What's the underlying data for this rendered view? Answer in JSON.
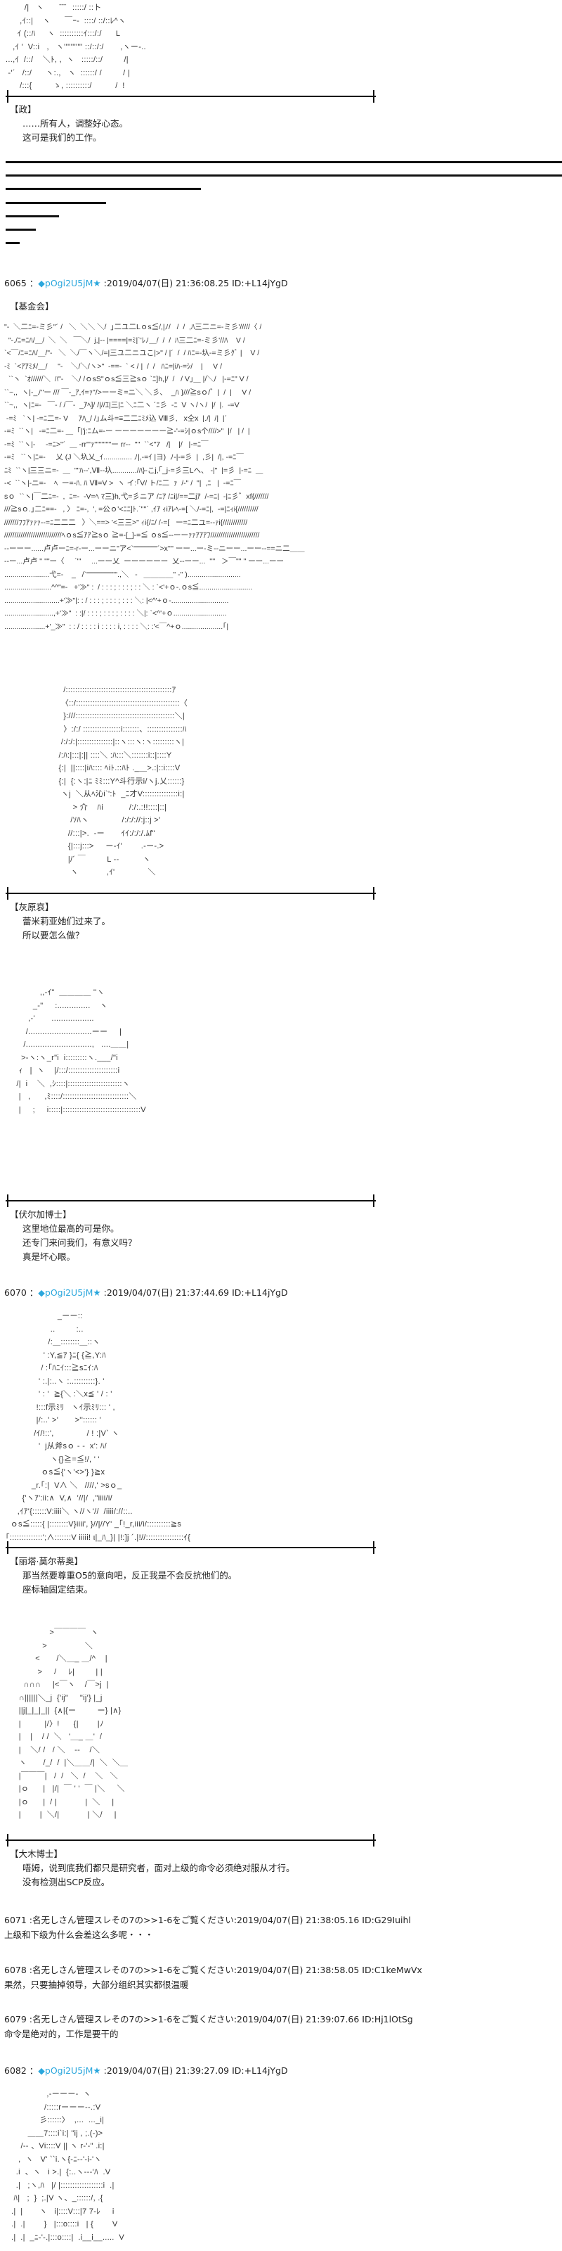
{
  "aa": {
    "a0": [
      "        /|   ヽ       ̄ ̄ ̄   :::::/ ::ト",
      "      ,ｲ::|    ヽ      ￣ｰ‐  ::::/ ::/::ﾚ^ヽ",
      "     ｲ (::ﾊ     ヽ  ::::::::::ｲ:::/:/      L",
      "   ,ｲ '  V::i   ,   ヽ''''''''''' ::/::/:/       ,ヽー-..",
      "...,ｲ  /::/    ＼ﾄ, ,  ヽ   :::::/::/         /|",
      " -'´   /::/      ヽ:.,   ヽ  ::::::/ /         / |",
      "      /:::{         ゝ, ::::::::::/          /  !"
    ],
    "a1": [
      "\"-  ＼二ﾆ=-ミ彡\"´ /   ＼  ＼＼ ＼/  ｣二ユ二Lｏs≦/,|ﾉ/   /  /  ,ﾊ三二ニ=-ミ彡'/////〈 /",
      "  \"-./ﾆ=ﾆﾊ/＿/  ＼  ＼   ￣＼/  j,|-- |====|=ﾐ|`'ﾚﾉ＿/  /  /  ﾊ三二ﾆ=-ミ彡'//ﾊ    V /",
      "`<￣/ﾆ=ﾆﾊ/＿/\"-   ＼  ＼/￣ヽ＼/=|三ユ二ニユこ|>\" / |´  /  / ﾊﾆ=-圦-=ミ彡ｸﾞ |    V /",
      "-ﾐ  `<ｱｱﾐﾒ/＿/     \"-    ＼/＼/ヽ>\"  -==-  ` < / |  /  /   ﾊﾆ=|iﾊ-=ｼ/    |     V /",
      "  ``ヽ  `ｵ//////＼  ﾊ\"-    ＼/ /ｏsS\"ｏs≦三≧sｏ `ﾆ]h,|/  /   / V｣＿ |/＼/   |-=ﾆ\" V /",
      "``~,,  ヽ|-_ﾉ\"ー /// ￣-_ｱ,ｲ=ｧ\"/>ーーミ=ニ＼ ＼彡、  _ﾊ }///≧sｏ/゛|  /  |     V /",
      "``~,,  ヽ|ﾆ=-   ￣- / /￣-  _ｱﾍ]/ /|//ｴ|三|ﾆ ＼ﾆ二ヽ ´ﾆ彡  -ﾆ  V ヽ/ヽ/  |/  |.  -=V",
      " -=ﾐ   `ヽ| -=ﾆ二=- V     ｱﾊ_/ /｣ム斗=≡二二ﾆﾐﾒ込 Ⅷ彡,   x仝x  |./|  /|  |´",
      "-=ﾐ  ``ヽ|   -=ﾆ二=- ＿「|'j:ﾆム=-ー ーーーーーーー≧-'-=ｼ|ｏs个////>\"  |/   | /  |",
      "-=ﾐ  ``ヽ|-     -=ﾆ>\"´  ＿ -rr'''ｧ''''''''''''ー rr--  ''''  ``<\"7   /|    |/   |-=ﾆ￣",
      "-=ﾐ   ``ヽ|ﾆ=-     乂 (J ＼圦乂_ｲ.............. ﾉ|,-=ｲ |ヨ)  ﾉ-|-=彡  |  ,彡|  /|, -=ﾆ￣",
      "ﾆﾐ  ``ヽ|三三ニ=-  ＿  \"\"ﾊ--',Ⅶ--圦............/ﾊ}-こj,｢_j-=彡三Lへ、 -|\"  |=彡  |-=ﾆ  ＿",
      "-<  ``ヽ|-ニ=-    ﾍ  ー=-ﾊ. ﾊ Ⅶ=V >  ヽ イ:｢V/ ト/ﾆ二  ｧ  /-\" /  \"|  ,ﾆ   |  -=ﾆ￣",
      "sｏ  ``ヽ|￣二ﾆ=-  ,  ﾆ=-  -V=ﾍ ﾏ三}h,弋=彡ニア /ﾆｱ /ﾆi|/==二jｱ  /-=ﾆ|  -|ﾆ彡゛xf{///////",
      "///≧sｏ.｣二ﾆ==-   , 〉 ﾆ=-,  ', =公ｏ'<ﾆﾆ]ﾄ.`''''´ ,ｲｱ ｨiｱﾚﾍ-=[ ＼/-=ﾆ|,  -=|ﾆｨi{//////////",
      "///////ﾌﾌｱｧｧｧ--=ﾆ二二二   〉＼==> '<三三>\" ｨi{/ﾆ/ /-=[   ー=ﾆ二ユ=--ｧi{////////////",
      "////////////////////////////ﾍｏs≦ｱｱ≧sｏ ≧=-[_]-=≦ ｏs≦--ーーｧｧｱｱｱﾌ////////////////////////",
      "--ーーー......卢卢ーﾆ=-r-ー...ーーニ\"ア<`'''''''''''''''''´>x'''' ーー...ー-ミ--ニーー...ーー--==ニ二＿＿",
      "--ー...卢卢 '' \"\"ー〈     `'''     ...ーー乂  ーーーーーー  乂--ーー...  ''''   ＞￣\"\" '' ーー...ーー",
      "......................弋=-    _   /`''''''''''''''''''''''.,＼   -   ＿＿＿＿\" -\" )..........................",
      ".......................^^\"=-   +'≫\" :  / : : : ; : : : ; : : ＼ : `<'+ｏ-.ｏs≦..........................",
      "...........................+'≫\"|: : / : : : ; : : : ; : : : ＼: |<^'+ｏ-............................",
      "........................,+'≫\"  : :|/ : : : ; : : : ; : : : : ＼|: `<^'+ｏ..........................",
      "....................+'_≫\"  : : / : : : : i : : : : i, : : : : ＼: :'<￣^+ｏ....................｢|"
    ],
    "a2": [
      "         /:::::::::::::::::::::::::::::::::::::::::::::ｱ",
      "        〈::/::::::::::::::::::::::::::::::::::::::::::::〈",
      "         }:///::::::::::::::::::::::::::::::::::::::::::＼|",
      "         〉:/:/ ::::::::::::::::i:::::::、:::::::::::::::ﾊ",
      "        /:/:/:|:::::::::::::::|::ヽ:::ヽ:ヽ:::::::::ヽ|",
      "       /:ﾊ:|:::|:|| ::::＼ :ﾊ:::＼:::::::i::|::::Y",
      "       {:|  ||::::|iﾊ:::: ﾍiﾄ.::ﾊﾄ ._＿>.:|::i::::V",
      "       {:|  {:ヽ:|ﾆ ﾐﾐ:::Y^斗行示i/ヽj.乂::::::}",
      "        ヽj  ＼从ﾍ沁i`':ﾄ  _ﾆ才V:::::::::::::::i:|",
      "             > 介    ﾊi           /:/:.:!!::::|::|",
      "            /ｿﾊヽ              /:/:/://:j::j >'",
      "           //:::|>.  -ー       ｲｲ:/:/:/.ﾑf\"",
      "           {|:::j:::>     ー-ｲ'        .-ー-.>",
      "           |/´ ￣         L --          ヽ",
      "            ヽ            ,ｲ'              ＼"
    ],
    "a3": [
      "           ,,-ｲ\"  ＿＿＿＿ ''ヽ",
      "        _-\"     :..............    ヽ",
      "      ,-'       ..................",
      "     /...........................ーー     |",
      "    /............................,   ....＿＿|",
      "   >-ヽ:ヽ_r\"i  i:::::::::ヽ.___/\"i",
      "  ｨ   |  ヽ    |/:::/:::::::::::::::::::::i",
      " /|  i    ＼  ,ｼ::::|:::::::::::::::::::::::ヽ",
      "  |   ,      ,ﾐ::::/::::::::::::::::::::::::::::＼",
      "  |     ;     i:::::|:::::::::::::::::::::::::::::::::V"
    ],
    "a4": [
      "                      _ーー::",
      "                   ..         :..",
      "                  /:＿::::::::＿::ヽ",
      "                ' :Y,≦ｱ }ﾆ{ {≧,Y:ﾊ",
      "               / :｢ﾊﾆｲ:::≧sﾆｲ:ﾊ",
      "              ' :.|:..ヽ :..:::::::::}. '",
      "              ' : '  ≧{＼ :＼x≦ ' / : '",
      "             !:::f示ﾐﾘ   ヽｲ示ﾐﾘ::: ' ,",
      "             |/:..' >'       >'':::::: '",
      "            /ｲ/!::',              / ! :|V` ヽ",
      "              '  j从斧sｏ - -  x': ﾊ/",
      "                   ヽ{}≧=≦!/, ' '",
      "               ｏs≦{'ヽ'<>'} }≧x",
      "           _r.｢:|  V∧ ＼   ////,' >sｏ_",
      "       {'ヽｱ':ii:∧  V,∧  '//|/  ,\"iiii/i/",
      "     ,ｲｱ'{::::::V:iiii＼ ヽ//ヽ'//  /iiii/://::..",
      "  ｏs≦:::::{ |::::::::V}iiii', }//|//Y' _｢!_r,iii/i/::::::::::≧s",
      "｢::::::::::::::';∧:::::::V iiiii! ι|_ﾊ_}| |!:]j ´.|!//::::::::::::::::ｲ{"
    ],
    "a5": [
      "               >￣￣￣￣  ヽ",
      "            >                ＼",
      "         <       /＼＿_ ＿/^    |",
      "          >     /     ﾚ|         | |",
      "    ∩∩∩     |<￣ヽ    /￣>j  |",
      "  ∩||||||＼_j  {'ij\"     \"ij'} |_j",
      "  ||j|_|_|_||  {∧|{ー         ー} |∧}",
      "  |          |/〉!      {|        |ﾉ",
      "  |    |    / /  ＼   '＿_ ＿'  /",
      "  |    ＼/ /   / ＼    --    /＼",
      "  ヽ       /_/  /  |＼＿＿/|  ＼  ＼＿",
      "  |￣￣￣|   /  /   ＼  /    ＼   ＼",
      "  |ｏ      |   |/|  ￣ ' '  ￣ |＼     ＼",
      "  |ｏ      |  / |            |  ＼     |",
      "  |        |  ＼/|            | ＼/     |"
    ],
    "a6": [
      "                  ,-ーーー-  ヽ",
      "                 /:::::rーーー--.:V",
      "               彡::::::〉  ,...  ..._i|",
      "          ＿＿7::::i`i:| \"ij , ;.(-)>",
      "       /-- 、Vi::::V || ヽ r-'-\" .i:|",
      "      ,  ヽ   V' ``i.ヽ{-ﾆ--'-i-'ヽ",
      "     .i  、ヽ   i >.|  {:..ヽ---'ﾊ  .V",
      "     .|   ;ヽ,ﾊ   |/ |::::::::::::::::::i  .|",
      "    ﾊ|   ;  }  ;.|V ヽ、_::::::/, .{",
      "   .|  |       ヽ   i|::::V:::|7 7-ﾚ     i",
      "   .|  .|        }   |:::o::::i   | {        V",
      "   .|  .|  _ﾆ-'-.|:::o::::|  .i__i__.....  V"
    ]
  },
  "dialogues": [
    {
      "speaker": "【政】",
      "lines": [
        "……所有人，调整好心态。",
        "这可是我们的工作。"
      ]
    },
    {
      "speaker": "【灰原哀】",
      "lines": [
        "蕾米莉亚她们过来了。",
        "所以要怎么做？"
      ]
    },
    {
      "speaker": "【伏尔加博士】",
      "lines": [
        "这里地位最高的可是你。",
        "还专门来问我们，有意义吗？",
        "真是坏心眼。"
      ]
    },
    {
      "speaker": "【丽塔·莫尔蒂奥】",
      "lines": [
        "那当然要尊重O5的意向吧，反正我是不会反抗他们的。",
        "座标轴固定结束。"
      ]
    },
    {
      "speaker": "【大木博士】",
      "lines": [
        "唔姆，说到底我们都只是研究者，面对上级的命令必须绝对服从才行。",
        "没有检测出SCP反应。"
      ]
    }
  ],
  "scene_label": "【基金会】",
  "posts": [
    {
      "num": "6065",
      "trip": "◆pOgi2U5jM★",
      "meta": ":2019/04/07(日) 21:36:08.25 ID:+L14jYgD"
    },
    {
      "num": "6070",
      "trip": "◆pOgi2U5jM★",
      "meta": ":2019/04/07(日) 21:37:44.69 ID:+L14jYgD"
    },
    {
      "num": "6082",
      "trip": "◆pOgi2U5jM★",
      "meta": ":2019/04/07(日) 21:39:27.09 ID:+L14jYgD"
    }
  ],
  "comments": [
    {
      "header": "6071 :名无しさん管理スレその7の>>1-6をご覧ください:2019/04/07(日) 21:38:05.16 ID:G29Iuihl",
      "text": "上级和下级为什么会差这么多呢・・・"
    },
    {
      "header": "6078 :名无しさん管理スレその7の>>1-6をご覧ください:2019/04/07(日) 21:38:58.05 ID:C1keMwVx",
      "text": "果然，只要抽掉领导，大部分组织其实都很温暖"
    },
    {
      "header": "6079 :名无しさん管理スレその7の>>1-6をご覧ください:2019/04/07(日) 21:39:07.66 ID:Hj1lOtSg",
      "text": "命令是绝对的，工作是要干的"
    }
  ],
  "colors": {
    "trip": "#2aa7dd",
    "text": "#222222",
    "rule": "#111111"
  }
}
